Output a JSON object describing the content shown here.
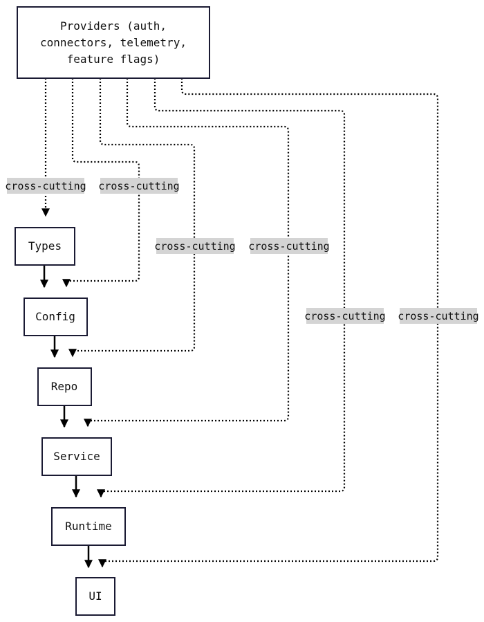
{
  "nodes": {
    "providers": {
      "lines": [
        "Providers (auth,",
        "connectors, telemetry,",
        "feature flags)"
      ]
    },
    "types": {
      "label": "Types"
    },
    "config": {
      "label": "Config"
    },
    "repo": {
      "label": "Repo"
    },
    "service": {
      "label": "Service"
    },
    "runtime": {
      "label": "Runtime"
    },
    "ui": {
      "label": "UI"
    }
  },
  "edges": {
    "cross_label": "cross-cutting",
    "dotted": [
      {
        "from": "providers",
        "to": "types",
        "label": "cross-cutting"
      },
      {
        "from": "providers",
        "to": "config",
        "label": "cross-cutting"
      },
      {
        "from": "providers",
        "to": "repo",
        "label": "cross-cutting"
      },
      {
        "from": "providers",
        "to": "service",
        "label": "cross-cutting"
      },
      {
        "from": "providers",
        "to": "runtime",
        "label": "cross-cutting"
      },
      {
        "from": "providers",
        "to": "ui",
        "label": "cross-cutting"
      }
    ],
    "solid": [
      {
        "from": "types",
        "to": "config"
      },
      {
        "from": "config",
        "to": "repo"
      },
      {
        "from": "repo",
        "to": "service"
      },
      {
        "from": "service",
        "to": "runtime"
      },
      {
        "from": "runtime",
        "to": "ui"
      }
    ]
  }
}
